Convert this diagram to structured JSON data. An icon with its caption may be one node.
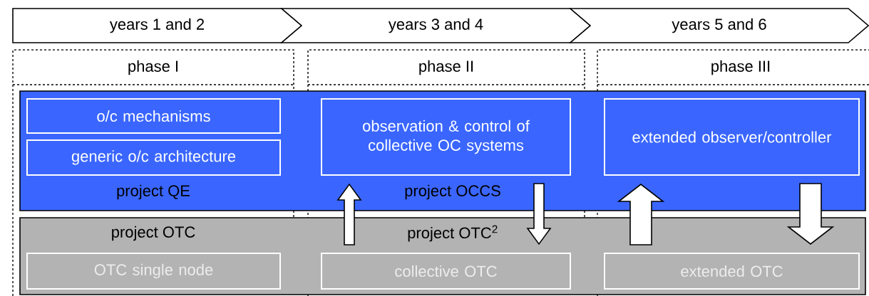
{
  "diagram": {
    "nodes": [
      {
        "text": [
          "years 1 and 2"
        ]
      },
      {
        "text": [
          "years 3 and 4"
        ]
      },
      {
        "text": [
          "years 5 and 6"
        ]
      },
      {
        "text": [
          "phase I"
        ]
      },
      {
        "text": [
          "phase II"
        ]
      },
      {
        "text": [
          "phase III"
        ]
      },
      {
        "text": [],
        "shape": "band"
      },
      {
        "text": [],
        "shape": "band"
      },
      {
        "text": [
          "o/c mechanisms"
        ]
      },
      {
        "text": [
          "generic o/c architecture"
        ]
      },
      {
        "text": [
          "observation & control of collective OC systems"
        ]
      },
      {
        "text": [
          "extended observer/controller"
        ]
      },
      {
        "text": [
          "OTC single node"
        ]
      },
      {
        "text": [
          "collective OTC"
        ]
      },
      {
        "text": [
          "extended OTC"
        ]
      }
    ],
    "edges": [
      {
        "from": 13,
        "to": 10,
        "arrow": "to"
      },
      {
        "from": 10,
        "to": 13,
        "arrow": "to"
      },
      {
        "from": 14,
        "to": 11,
        "arrow": "to"
      },
      {
        "from": 11,
        "to": 14,
        "arrow": "to"
      }
    ],
    "labels": [
      "project QE",
      "project OCCS",
      "project OTC",
      "project OTC$^{2}$"
    ]
  }
}
